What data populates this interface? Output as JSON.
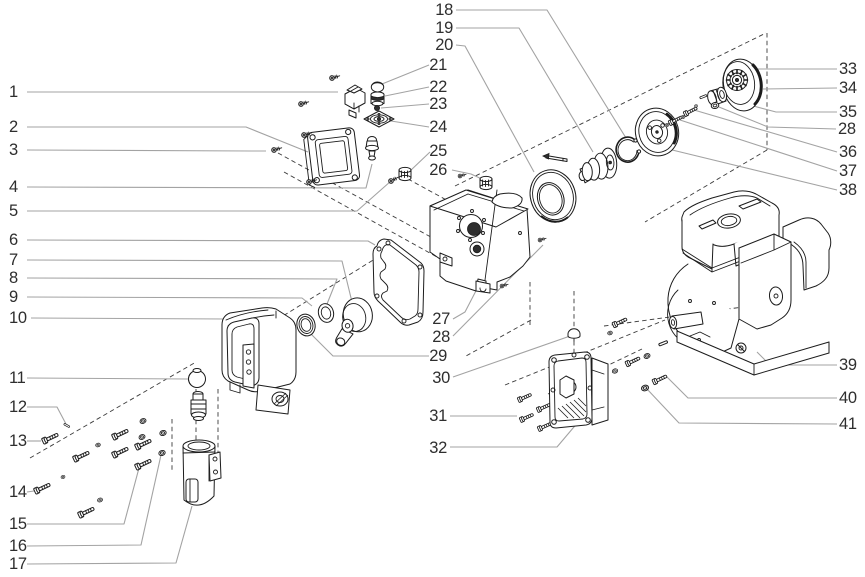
{
  "figure_type": "exploded-parts-diagram",
  "colors": {
    "background": "#ffffff",
    "part_outline": "#1c1c1c",
    "leader_line": "#a3a3a3",
    "axis_dashed": "#3c3c3c",
    "label_text": "#2e2e2e"
  },
  "callouts": {
    "left": [
      "1",
      "2",
      "3",
      "4",
      "5",
      "6",
      "7",
      "8",
      "9",
      "10",
      "11",
      "12",
      "13",
      "14",
      "15",
      "16",
      "17"
    ],
    "middle": [
      "18",
      "19",
      "20",
      "21",
      "22",
      "23",
      "24",
      "25",
      "26",
      "27",
      "28",
      "29",
      "30",
      "31",
      "32"
    ],
    "right": [
      "33",
      "34",
      "35",
      "28",
      "36",
      "37",
      "38",
      "39",
      "40",
      "41"
    ]
  }
}
